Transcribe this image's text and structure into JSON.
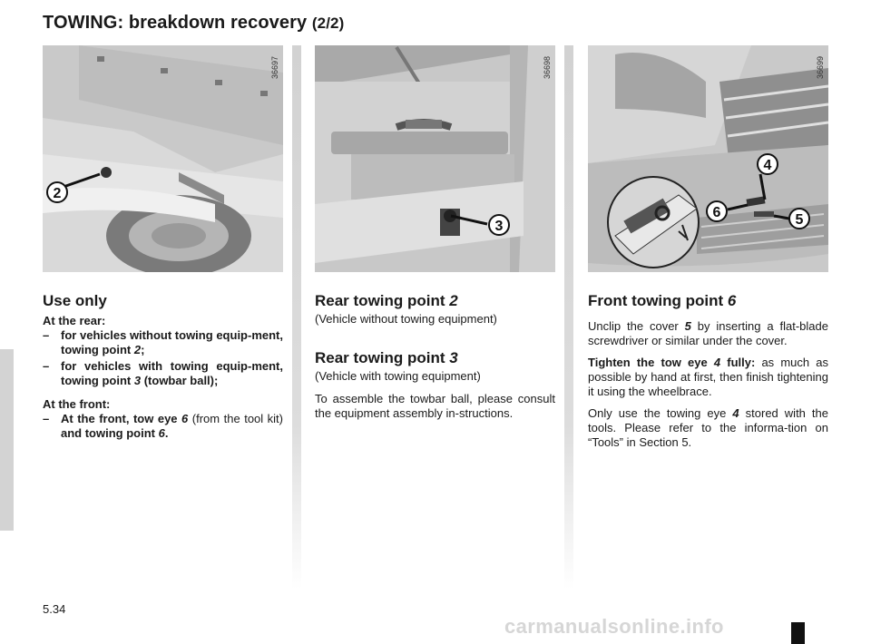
{
  "page": {
    "title": "TOWING: breakdown recovery",
    "title_suffix": "(2/2)",
    "page_number": "5.34",
    "watermark": "carmanualsonline.info"
  },
  "figures": [
    {
      "code": "36697",
      "callouts": [
        "2"
      ]
    },
    {
      "code": "36698",
      "callouts": [
        "3"
      ]
    },
    {
      "code": "36699",
      "callouts": [
        "4",
        "6",
        "5"
      ]
    }
  ],
  "col1": {
    "heading": "Use only",
    "rear_label": "At the rear:",
    "rear_items": [
      {
        "text": "for vehicles without towing equip-ment, towing point ",
        "num": "2",
        "end": ";"
      },
      {
        "text": "for vehicles with towing equip-ment, towing point ",
        "num": "3",
        "end": " (towbar ball);"
      }
    ],
    "front_label": "At the front:",
    "front_item": {
      "a": "At the front, tow eye ",
      "num1": "6",
      "b": " (from the tool kit) ",
      "c": "and towing point ",
      "num2": "6",
      "end": "."
    },
    "dash": "–"
  },
  "col2": {
    "heading1": "Rear towing point ",
    "heading1_num": "2",
    "note1": "(Vehicle without towing equipment)",
    "heading2": "Rear towing point ",
    "heading2_num": "3",
    "note2": "(Vehicle with towing equipment)",
    "body": "To assemble the towbar ball, please consult the equipment assembly in-structions."
  },
  "col3": {
    "heading": "Front towing point ",
    "heading_num": "6",
    "p1": {
      "a": "Unclip the cover ",
      "num": "5",
      "b": " by inserting a flat-blade screwdriver or similar under the cover."
    },
    "p2": {
      "a": "Tighten the tow eye ",
      "num": "4",
      "b": " fully:",
      "c": " as much as possible by hand at first, then finish tightening it using the wheelbrace."
    },
    "p3": {
      "a": "Only use the towing eye ",
      "num": "4",
      "b": " stored with the tools. Please refer to the informa-tion on “Tools” in Section 5."
    }
  }
}
